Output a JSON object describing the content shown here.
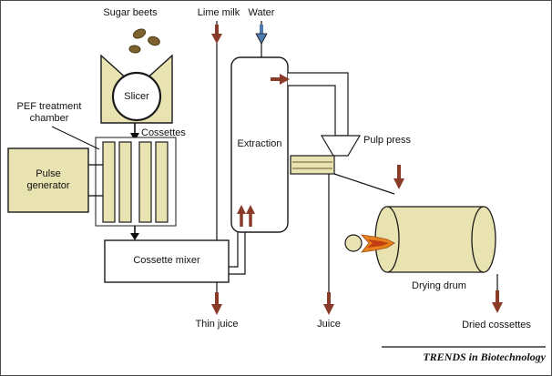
{
  "figure": {
    "footer": "TRENDS in Biotechnology",
    "labels": {
      "sugar_beets": "Sugar beets",
      "lime_milk": "Lime milk",
      "water": "Water",
      "slicer": "Slicer",
      "pef_chamber": "PEF treatment chamber",
      "cossettes": "Cossettes",
      "pulse_generator": "Pulse generator",
      "extraction": "Extraction",
      "pulp_press": "Pulp press",
      "cossette_mixer": "Cossette mixer",
      "drying_drum": "Drying drum",
      "thin_juice": "Thin juice",
      "juice": "Juice",
      "dried_cossettes": "Dried cossettes"
    },
    "icons": {
      "flow_arrow_down": "maroon downward flow arrow",
      "flow_arrow_up": "maroon upward flow arrow",
      "flow_arrow_right": "maroon rightward flow arrow",
      "water_arrow": "blue downward water arrow",
      "flame": "burner flame",
      "beets": "sugar beet pieces"
    },
    "colors": {
      "tan": "#e9e2b1",
      "maroon": "#8a3a28",
      "water_blue": "#4f7cb0",
      "flame_orange": "#e8821e",
      "flame_core": "#c23d12",
      "beet_brown": "#7d6230",
      "outline": "#1a1a1a"
    }
  }
}
